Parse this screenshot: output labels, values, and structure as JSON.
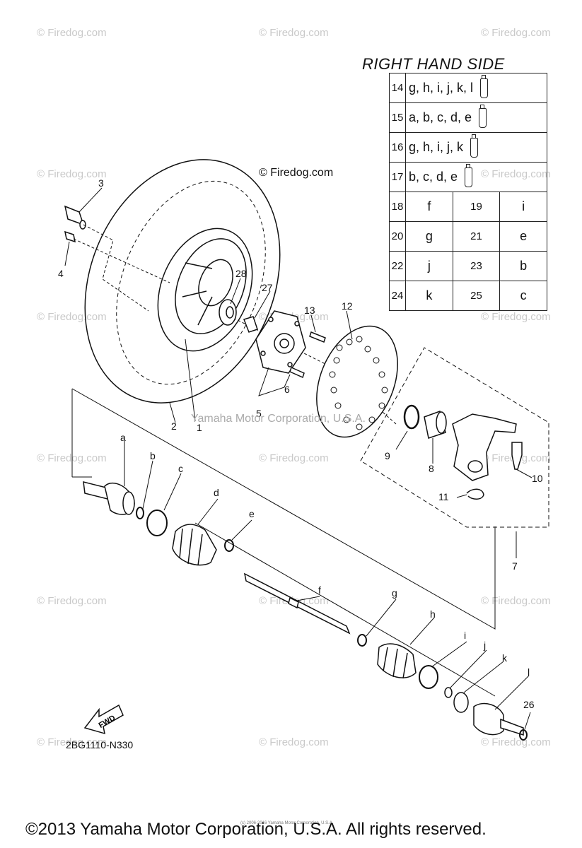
{
  "title": "RIGHT HAND SIDE",
  "watermark": "© Firedog.com",
  "firedog_mark": "© Firedog.com",
  "overlay_text": "Yamaha Motor Corporation, U.S.A.",
  "diagram_code": "2BG1110-N330",
  "fwd_label": "FWD",
  "small_copyright": "(c) 2006-2016 Yamaha Motor Corporation, U.S.A.",
  "copyright": "©2013 Yamaha Motor Corporation, U.S.A. All rights reserved.",
  "legend": {
    "full_rows": [
      {
        "num": "14",
        "letters": "g, h, i, j, k, l",
        "icon": "grease-tube-icon"
      },
      {
        "num": "15",
        "letters": "a, b, c, d, e",
        "icon": "grease-tube-icon"
      },
      {
        "num": "16",
        "letters": "g, h, i, j, k",
        "icon": "grease-tube-icon"
      },
      {
        "num": "17",
        "letters": "b, c, d, e",
        "icon": "grease-tube-icon"
      }
    ],
    "pair_rows": [
      {
        "num1": "18",
        "val1": "f",
        "num2": "19",
        "val2": "i"
      },
      {
        "num1": "20",
        "val1": "g",
        "num2": "21",
        "val2": "e"
      },
      {
        "num1": "22",
        "val1": "j",
        "num2": "23",
        "val2": "b"
      },
      {
        "num1": "24",
        "val1": "k",
        "num2": "25",
        "val2": "c"
      }
    ]
  },
  "part_labels": [
    "1",
    "2",
    "3",
    "4",
    "5",
    "6",
    "7",
    "8",
    "9",
    "10",
    "11",
    "12",
    "13",
    "26",
    "27",
    "28",
    "a",
    "b",
    "c",
    "d",
    "e",
    "f",
    "g",
    "h",
    "i",
    "j",
    "k",
    "l"
  ]
}
